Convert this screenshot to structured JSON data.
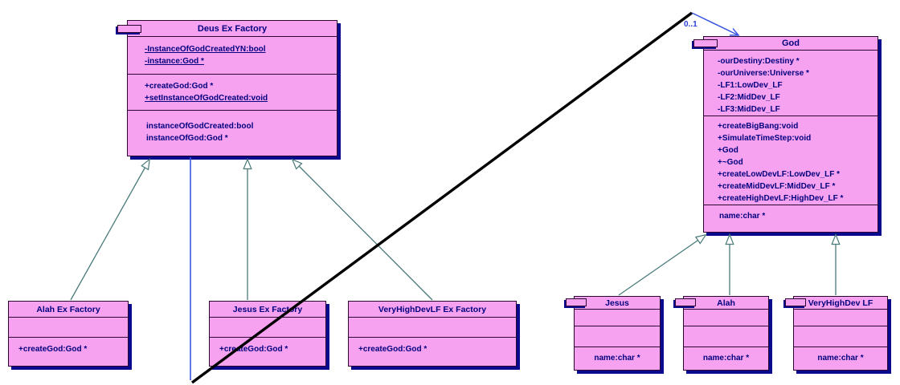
{
  "classes": {
    "deus": {
      "title": "Deus Ex Factory",
      "attributes": [
        "-InstanceOfGodCreatedYN:bool",
        "-instance:God *"
      ],
      "methods": [
        "+createGod:God *",
        "+setInstanceOfGodCreated:void"
      ],
      "misc": [
        "instanceOfGodCreated:bool",
        "instanceOfGod:God *"
      ]
    },
    "god": {
      "title": "God",
      "attributes": [
        "-ourDestiny:Destiny *",
        "-ourUniverse:Universe *",
        "-LF1:LowDev_LF",
        "-LF2:MidDev_LF",
        "-LF3:MidDev_LF"
      ],
      "methods": [
        "+createBigBang:void",
        "+SimulateTimeStep:void",
        "+God",
        "+~God",
        "+createLowDevLF:LowDev_LF *",
        "+createMidDevLF:MidDev_LF *",
        "+createHighDevLF:HighDev_LF *"
      ],
      "misc": [
        "name:char *"
      ]
    },
    "alah_factory": {
      "title": "Alah Ex Factory",
      "methods": [
        "+createGod:God *"
      ]
    },
    "jesus_factory": {
      "title": "Jesus Ex Factory",
      "methods": [
        "+createGod:God *"
      ]
    },
    "vhdlf_factory": {
      "title": "VeryHighDevLF Ex Factory",
      "methods": [
        "+createGod:God *"
      ]
    },
    "jesus": {
      "title": "Jesus",
      "misc": [
        "name:char *"
      ]
    },
    "alah": {
      "title": "Alah",
      "misc": [
        "name:char *"
      ]
    },
    "vhdlf": {
      "title": "VeryHighDev LF",
      "misc": [
        "name:char *"
      ]
    }
  },
  "association": {
    "from": "Deus Ex Factory",
    "to": "God",
    "multiplicity": "0..1"
  },
  "relationships": [
    {
      "type": "generalization",
      "from": "Alah Ex Factory",
      "to": "Deus Ex Factory"
    },
    {
      "type": "generalization",
      "from": "Jesus Ex Factory",
      "to": "Deus Ex Factory"
    },
    {
      "type": "generalization",
      "from": "VeryHighDevLF Ex Factory",
      "to": "Deus Ex Factory"
    },
    {
      "type": "generalization",
      "from": "Jesus",
      "to": "God"
    },
    {
      "type": "generalization",
      "from": "Alah",
      "to": "God"
    },
    {
      "type": "generalization",
      "from": "VeryHighDev LF",
      "to": "God"
    },
    {
      "type": "association",
      "from": "Deus Ex Factory",
      "to": "God",
      "multiplicity": "0..1"
    }
  ],
  "colors": {
    "box_fill": "#F7A1F1",
    "box_border": "#2A0630",
    "box_shadow": "#0A0A8F",
    "text": "#00027E",
    "generalization_line": "#4A7A7A",
    "association_line": "#3A55E2",
    "association_label": "#2B3FD9",
    "highlight_segment": "#000000"
  }
}
